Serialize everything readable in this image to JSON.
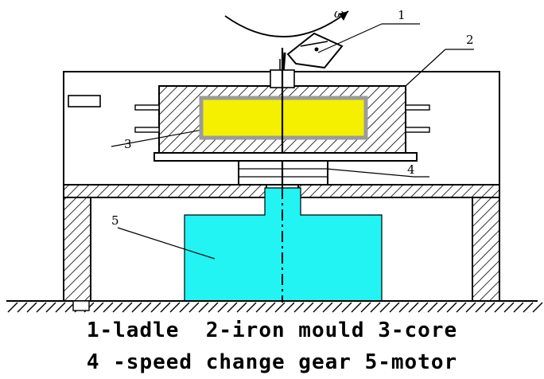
{
  "labels": {
    "omega": "ω",
    "ladle": "1",
    "mould": "2",
    "core": "3",
    "gear": "4",
    "motor": "5"
  },
  "caption": {
    "line1": "1-ladle  2-iron mould 3-core",
    "line2": "4 -speed change gear 5-motor"
  },
  "colors": {
    "core_fill": "#f4f000",
    "core_border": "#9b9b9b",
    "motor_fill": "#22f3f3",
    "line": "#000000"
  }
}
